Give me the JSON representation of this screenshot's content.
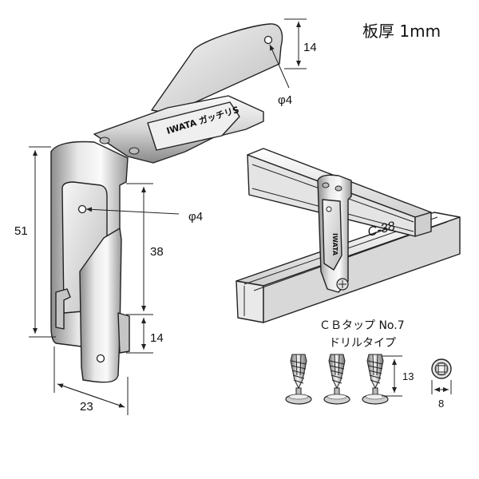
{
  "title": "板厚 1mm",
  "bracket": {
    "label_top": "IWATA ガッチリS",
    "label_side": "IWATA",
    "hole_top": "φ4",
    "hole_side": "φ4",
    "dims": {
      "d14_top": "14",
      "d51": "51",
      "d38": "38",
      "d14_bottom": "14",
      "d23": "23"
    }
  },
  "channel": {
    "label": "C-38"
  },
  "screw": {
    "title_line1": "ＣＢタップ No.7",
    "title_line2": "ドリルタイプ",
    "dim_height": "13",
    "dim_head": "8"
  },
  "colors": {
    "steel_light": "#f2f2f2",
    "steel_mid": "#c9c9c9",
    "steel_dark": "#7a7a7a",
    "outline": "#222222"
  }
}
